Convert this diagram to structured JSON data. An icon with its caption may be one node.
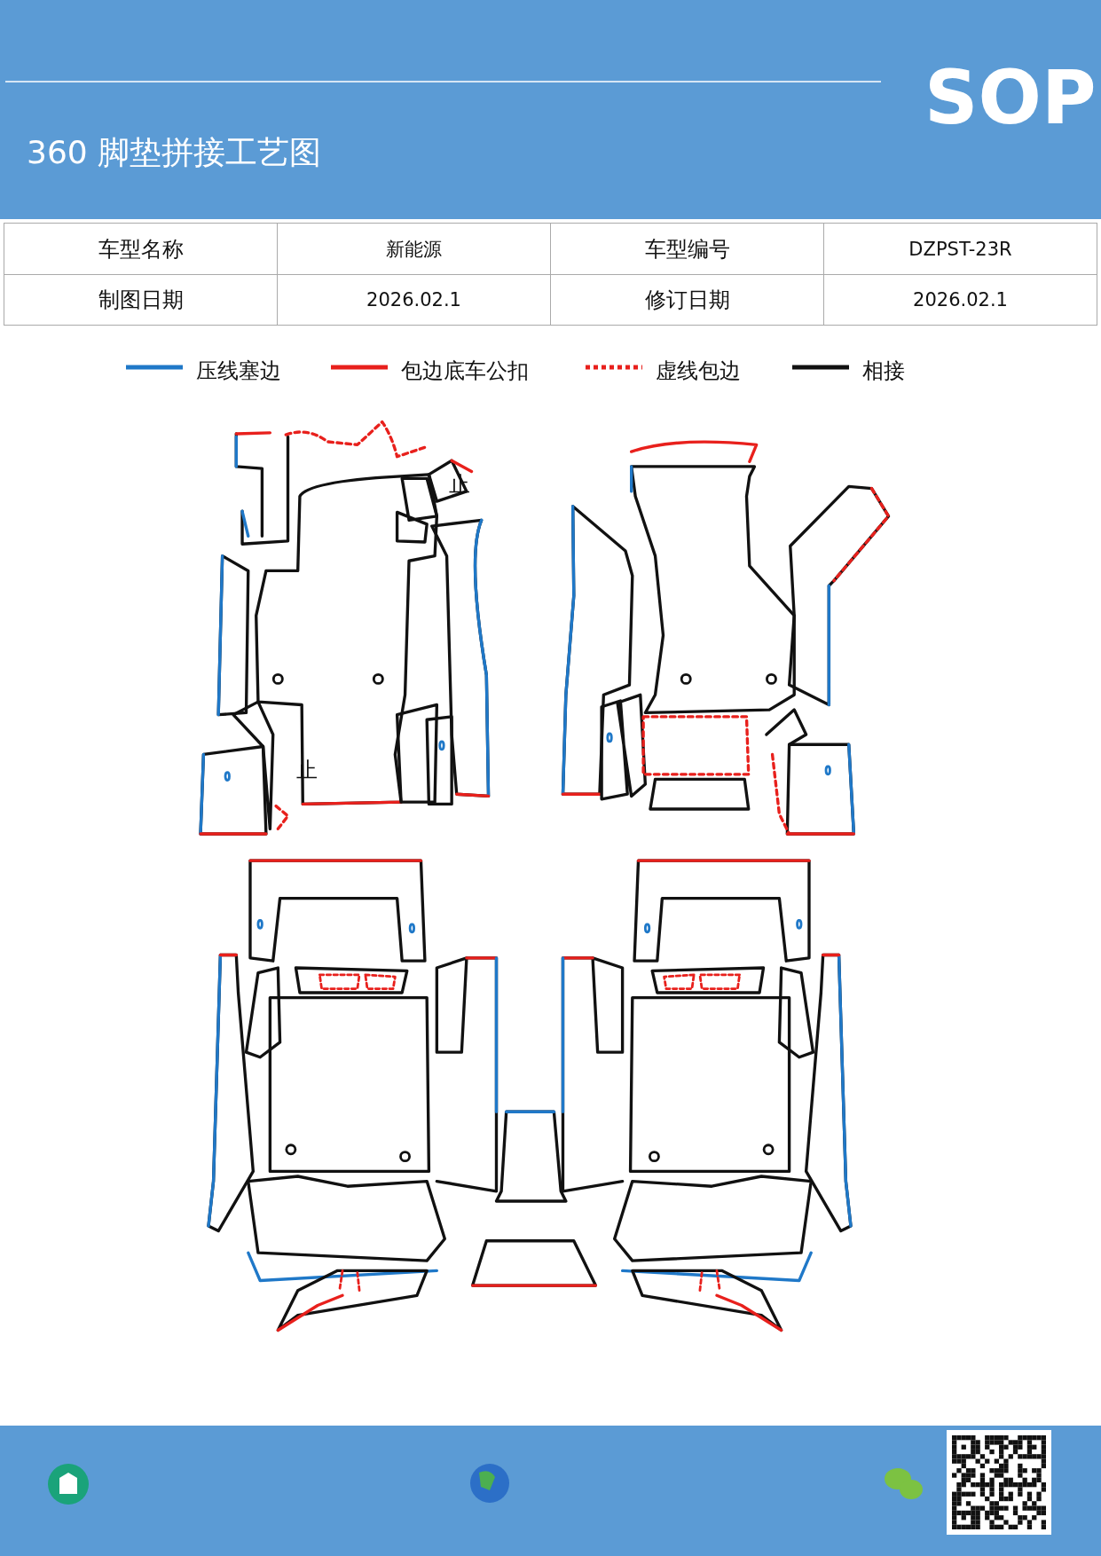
{
  "diagram": {
    "title": "360 脚垫拼接工艺图",
    "labels": [
      "SOP",
      "车型名称",
      "新能源",
      "车型编号",
      "DZPST-23R",
      "制图日期",
      "2026.02.1",
      "修订日期",
      "2026.02.1",
      "止",
      "止"
    ],
    "legend": [
      {
        "text": "压线塞边"
      },
      {
        "text": "包边底车公扣"
      },
      {
        "text": "虚线包边"
      },
      {
        "text": "相接"
      }
    ]
  }
}
